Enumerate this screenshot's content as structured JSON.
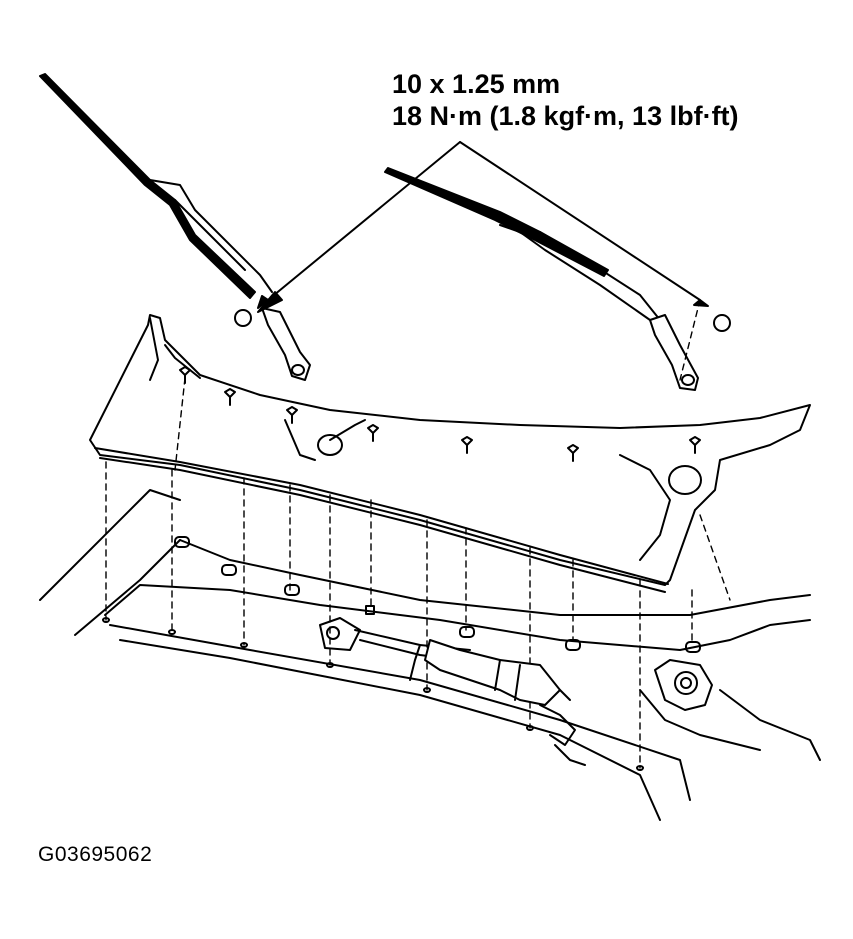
{
  "spec": {
    "bolt_size": "10 x 1.25 mm",
    "torque": "18 N·m (1.8 kgf·m, 13 lbf·ft)"
  },
  "figure_id": "G03695062",
  "colors": {
    "line": "#000000",
    "background": "#ffffff"
  }
}
